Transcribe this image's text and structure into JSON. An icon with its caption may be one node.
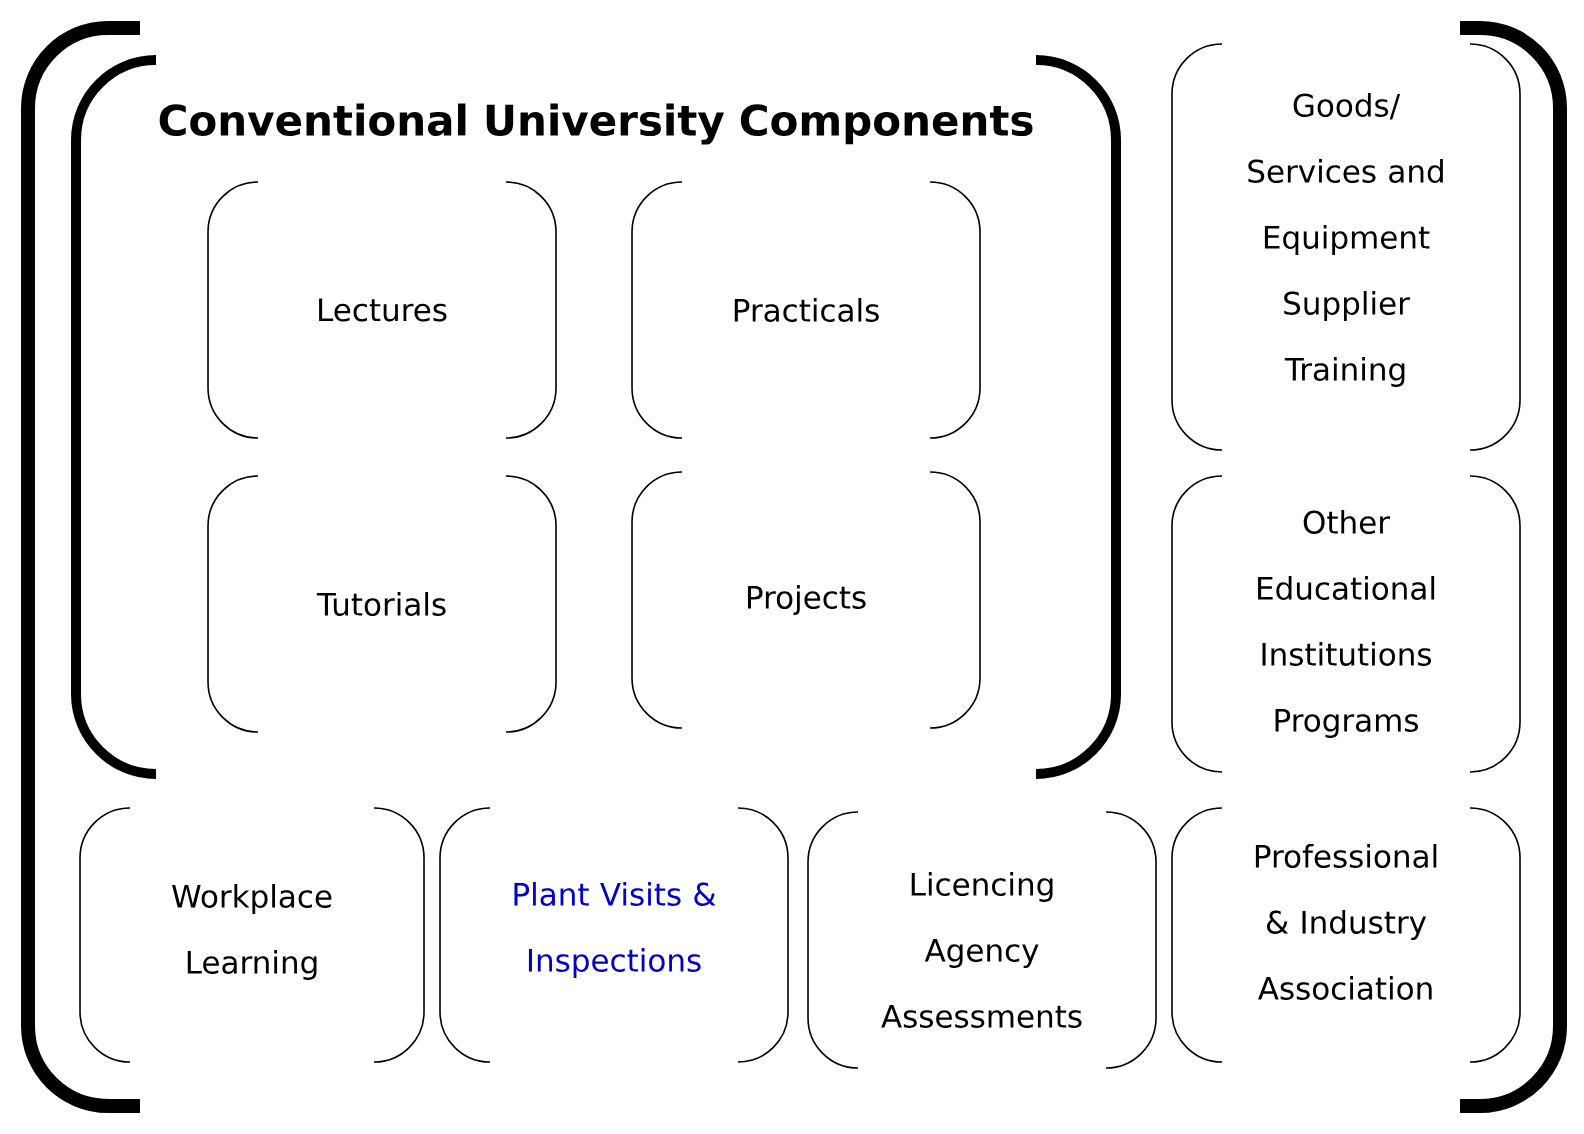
{
  "diagram": {
    "nodes": [
      {
        "text": [
          "Conventional University Components"
        ]
      },
      {
        "text": [
          "Lectures"
        ],
        "in": 0
      },
      {
        "text": [
          "Practicals"
        ],
        "in": 0
      },
      {
        "text": [
          "Tutorials"
        ],
        "in": 0
      },
      {
        "text": [
          "Projects"
        ],
        "in": 0
      },
      {
        "text": [
          "Goods/ Services and Equipment Supplier Training"
        ]
      },
      {
        "text": [
          "Other Educational Institutions Programs"
        ]
      },
      {
        "text": [
          "Workplace Learning"
        ]
      },
      {
        "text": [
          "Plant Visits & Inspections"
        ]
      },
      {
        "text": [
          "Licencing Agency Assessments"
        ]
      },
      {
        "text": [
          "Professional & Industry Association"
        ]
      }
    ]
  }
}
